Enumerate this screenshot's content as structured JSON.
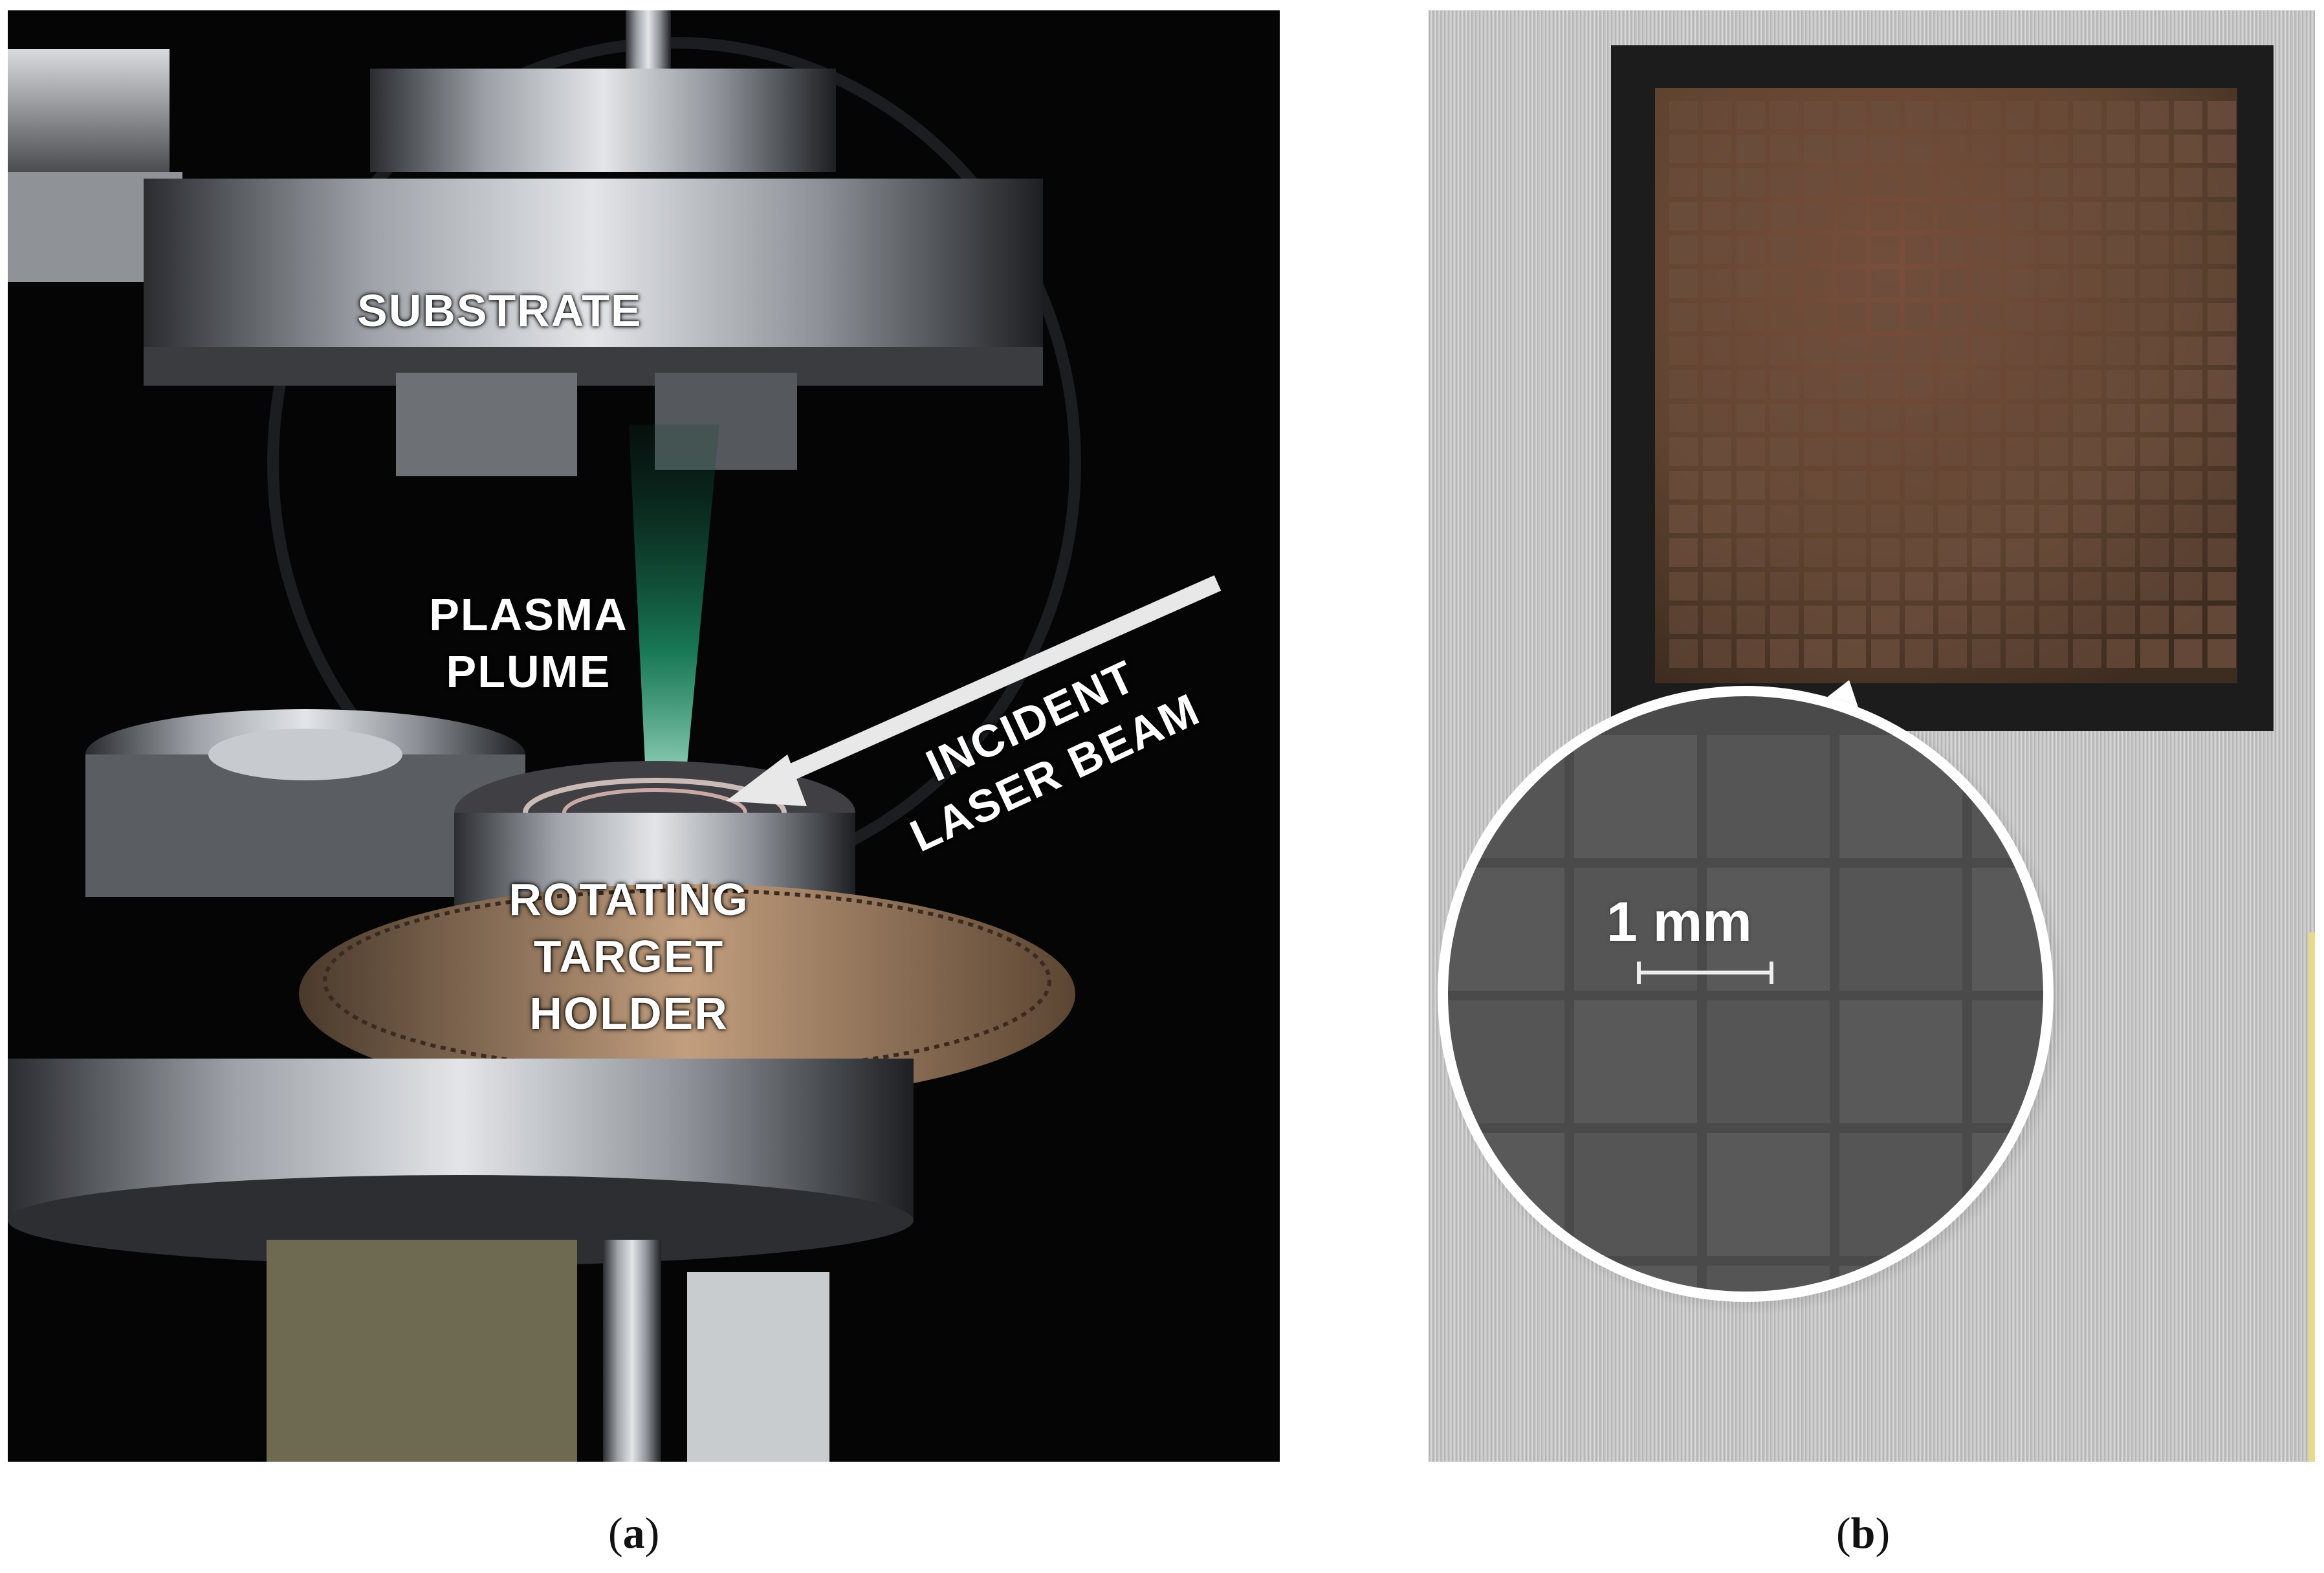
{
  "panel_a": {
    "labels": {
      "substrate": "SUBSTRATE",
      "plasma_plume": "PLASMA\nPLUME",
      "incident_laser_beam": "INCIDENT\nLASER BEAM",
      "rotating_target_holder": "ROTATING\nTARGET\nHOLDER"
    },
    "caption_letter": "a"
  },
  "panel_b": {
    "scale_label": "1 mm",
    "caption_letter": "b"
  },
  "colors": {
    "plume": "#2fd39a",
    "metal": "#b9bcc0",
    "gear": "#b08a6a",
    "grid_dark": "#3a2a24",
    "grid_tile": "#6b4d3c"
  }
}
